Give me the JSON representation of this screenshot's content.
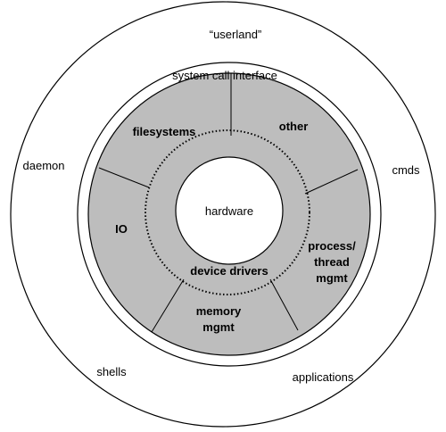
{
  "colors": {
    "background": "#ffffff",
    "kernel_fill": "#bdbdbd",
    "stroke": "#000000"
  },
  "labels": {
    "userland": "“userland”",
    "system_call_interface": "system call interface",
    "daemon": "daemon",
    "cmds": "cmds",
    "shells": "shells",
    "applications": "applications",
    "filesystems": "filesystems",
    "other": "other",
    "io": "IO",
    "process_line1": "process/",
    "process_line2": "thread",
    "process_line3": "mgmt",
    "memory_line1": "memory",
    "memory_line2": "mgmt",
    "device_drivers": "device drivers",
    "hardware": "hardware"
  }
}
